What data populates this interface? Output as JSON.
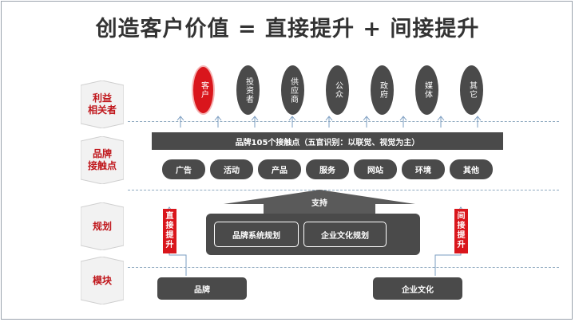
{
  "title": "创造客户价值 = 直接提升 + 间接提升",
  "row_labels": [
    "利益\n相关者",
    "品牌\n接触点",
    "规划",
    "模块"
  ],
  "stakeholders": [
    {
      "label": "客户",
      "highlight": true
    },
    {
      "label": "投资者",
      "highlight": false
    },
    {
      "label": "供应商",
      "highlight": false
    },
    {
      "label": "公众",
      "highlight": false
    },
    {
      "label": "政府",
      "highlight": false
    },
    {
      "label": "媒体",
      "highlight": false
    },
    {
      "label": "其它",
      "highlight": false
    }
  ],
  "touchpoint_bar": "品牌105个接触点（五官识别：以联觉、视觉为主）",
  "touchpoints": [
    "广告",
    "活动",
    "产品",
    "服务",
    "网站",
    "环境",
    "其他"
  ],
  "support_label": "支持",
  "plans": [
    "品牌系统规划",
    "企业文化规划"
  ],
  "direct_boost": "直接提升",
  "indirect_boost": "间接提升",
  "modules": [
    "品牌",
    "企业文化"
  ],
  "colors": {
    "accent": "#d9161c",
    "dark": "#4a4a4a",
    "label_text": "#c0171c",
    "dashed": "#8ea9bf",
    "arrow": "#7a9cc0"
  }
}
